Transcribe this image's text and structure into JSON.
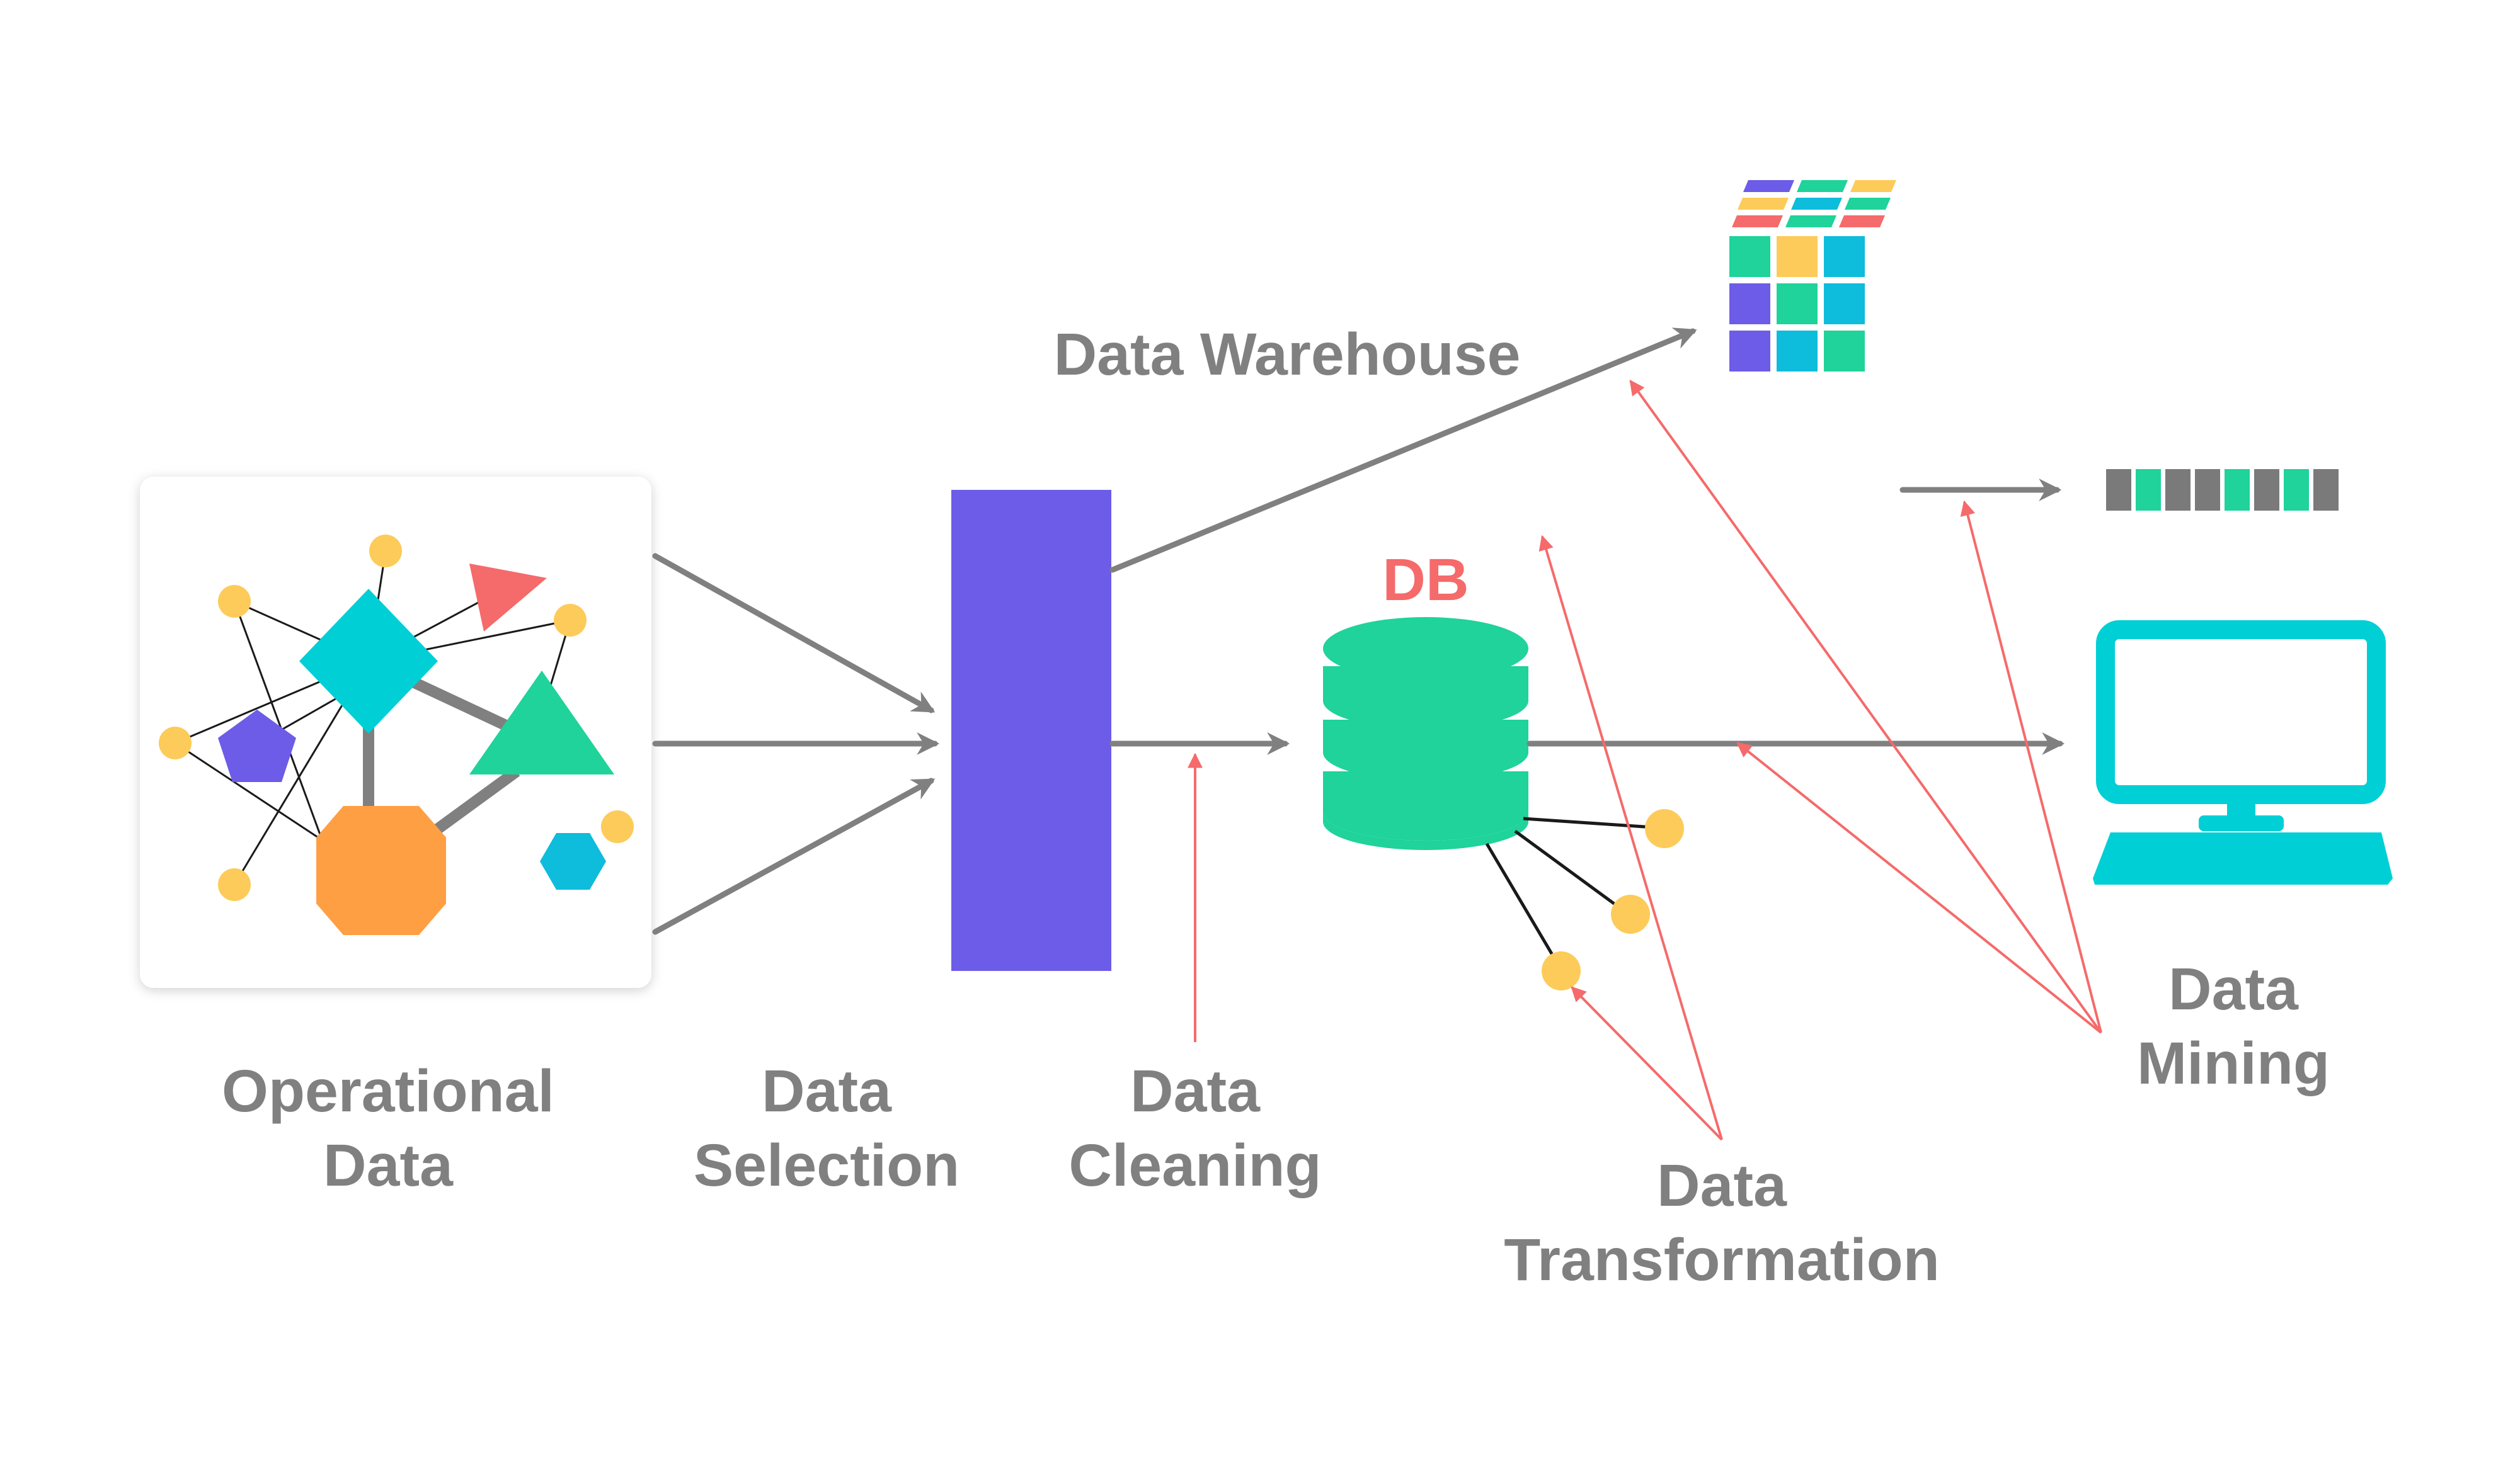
{
  "labels": {
    "operational_data": [
      "Operational",
      "Data"
    ],
    "data_selection": [
      "Data",
      "Selection"
    ],
    "data_cleaning": [
      "Data",
      "Cleaning"
    ],
    "data_transformation": [
      "Data",
      "Transformation"
    ],
    "data_mining": [
      "Data",
      "Mining"
    ],
    "data_warehouse": "Data Warehouse",
    "db": "DB"
  },
  "colors": {
    "label_gray": "#808080",
    "arrow_gray": "#808080",
    "annotation_red": "#f56a6a",
    "selection_purple": "#6c5ce7",
    "db_green": "#1fd39a",
    "monitor_cyan": "#00cfd6",
    "node_yellow": "#fdcb5a",
    "octagon_orange": "#ff9f43",
    "cube_colors": [
      "#6c5ce7",
      "#1fd39a",
      "#fdcb5a",
      "#0ebcdc",
      "#f56a6a"
    ]
  },
  "icons": {
    "operational_data": "network-graph-icon",
    "data_selection": "selection-block-icon",
    "database": "database-icon",
    "data_warehouse": "data-cube-icon",
    "pattern": "pattern-bar-icon",
    "data_mining": "monitor-icon"
  }
}
